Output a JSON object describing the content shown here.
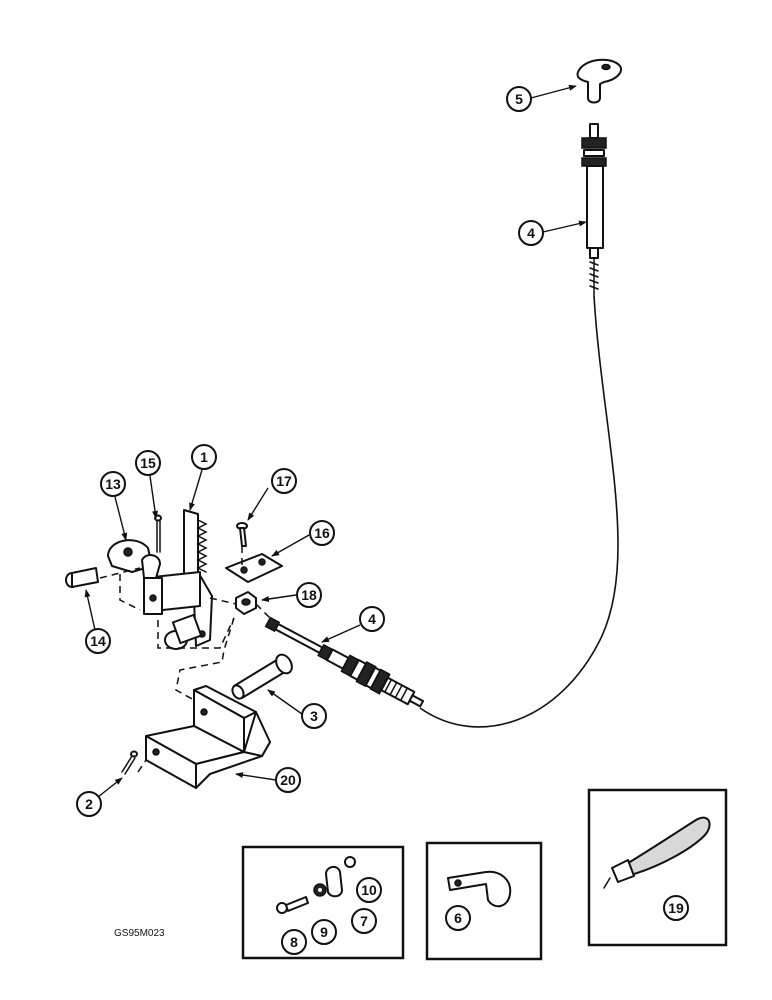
{
  "figure_code": "GS95M023",
  "callouts": {
    "c1": "1",
    "c2": "2",
    "c3": "3",
    "c4_top": "4",
    "c4_mid": "4",
    "c5": "5",
    "c6": "6",
    "c7": "7",
    "c8": "8",
    "c9": "9",
    "c10": "10",
    "c13": "13",
    "c14": "14",
    "c15": "15",
    "c16": "16",
    "c17": "17",
    "c18": "18",
    "c19": "19",
    "c20": "20"
  }
}
